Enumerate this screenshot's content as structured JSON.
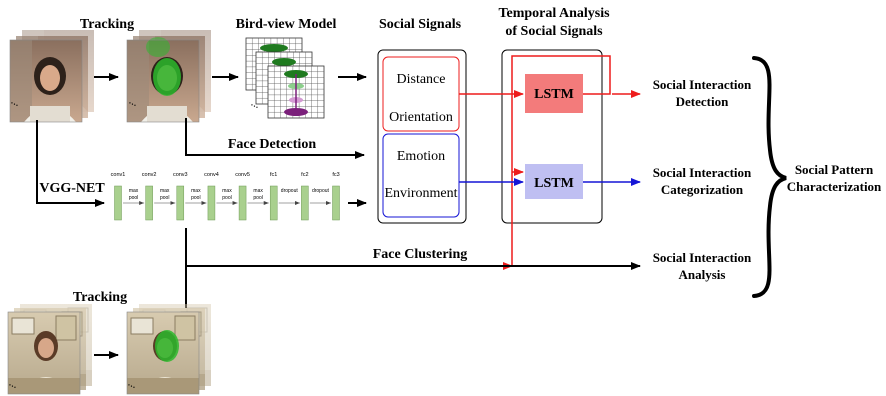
{
  "headers": {
    "tracking_top": "Tracking",
    "bird_view": "Bird-view Model",
    "social_signals": "Social Signals",
    "temporal_line1": "Temporal Analysis",
    "temporal_line2": "of Social Signals",
    "tracking_bottom": "Tracking"
  },
  "labels": {
    "vgg_net": "VGG-NET",
    "face_detection": "Face Detection",
    "face_clustering": "Face Clustering"
  },
  "signals": [
    "Distance",
    "Orientation",
    "Emotion",
    "Environment"
  ],
  "lstm": {
    "top": "LSTM",
    "bottom": "LSTM"
  },
  "outputs": {
    "detection": [
      "Social Interaction",
      "Detection"
    ],
    "categorization": [
      "Social Interaction",
      "Categorization"
    ],
    "analysis": [
      "Social Interaction",
      "Analysis"
    ]
  },
  "pattern": [
    "Social Pattern",
    "Characterization"
  ],
  "vgg_layers": {
    "layers": [
      "conv1",
      "conv2",
      "conv3",
      "conv4",
      "conv5",
      "fc1",
      "fc2",
      "fc3"
    ],
    "ops": [
      [
        "max",
        "pool"
      ],
      [
        "max",
        "pool"
      ],
      [
        "max",
        "pool"
      ],
      [
        "max",
        "pool"
      ],
      [
        "max",
        "pool"
      ],
      [
        "dropout"
      ],
      [
        "dropout"
      ]
    ]
  },
  "ellipsis": "...",
  "colors": {
    "red": "#ee1c1c",
    "blue": "#1515d6",
    "lstm_top_fill": "#f37b7b",
    "lstm_bottom_fill": "#bfbff2",
    "layer_green": "#a9d08e",
    "face_green": "#2db82d",
    "bird_green": "#1f7a1f",
    "bird_purple": "#7a1f7a"
  }
}
